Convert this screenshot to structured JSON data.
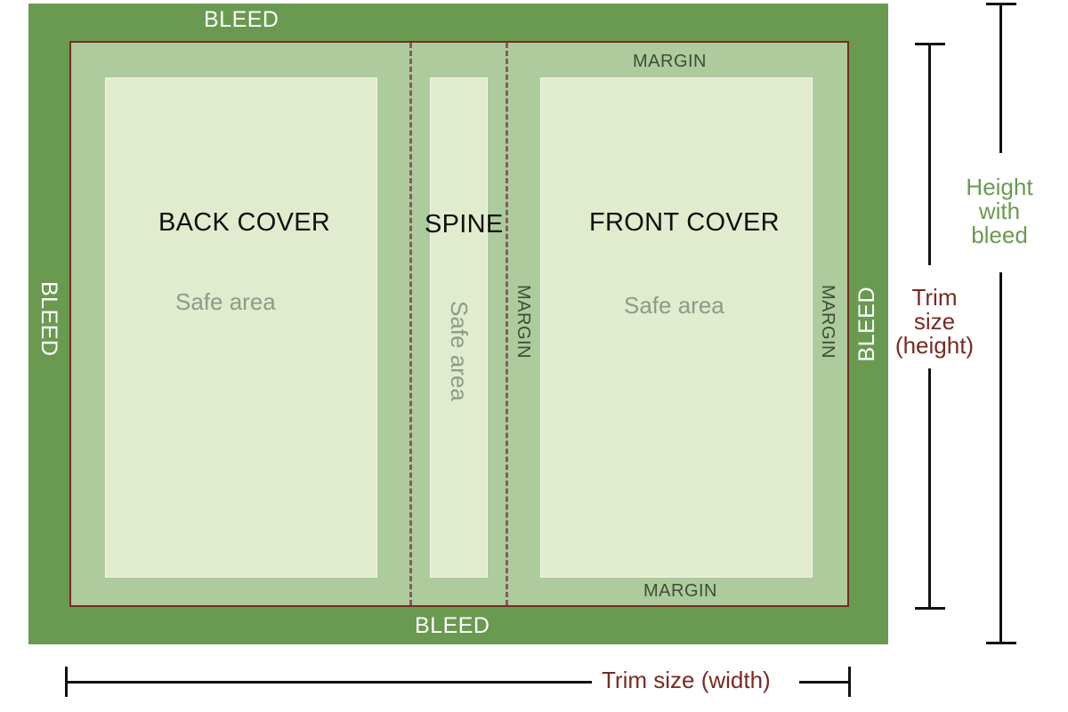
{
  "labels": {
    "bleed_top": "BLEED",
    "bleed_bottom": "BLEED",
    "bleed_left": "BLEED",
    "bleed_right": "BLEED",
    "margin_top": "MARGIN",
    "margin_bottom": "MARGIN",
    "margin_left": "MARGIN",
    "margin_right": "MARGIN",
    "back_cover": "BACK COVER",
    "spine": "SPINE",
    "front_cover": "FRONT COVER",
    "safe_back": "Safe area",
    "safe_spine": "Safe area",
    "safe_front": "Safe area"
  },
  "dimensions": {
    "height_with_bleed": [
      "Height",
      "with",
      "bleed"
    ],
    "trim_height": [
      "Trim",
      "size",
      "(height)"
    ],
    "trim_width": "Trim size (width)"
  },
  "colors": {
    "bleed": "#6a9a50",
    "margin": "#adcb9d",
    "safe_area": "#e1ebce",
    "trim_line": "#7a2a22",
    "fold_line": "#8a5a5e"
  }
}
